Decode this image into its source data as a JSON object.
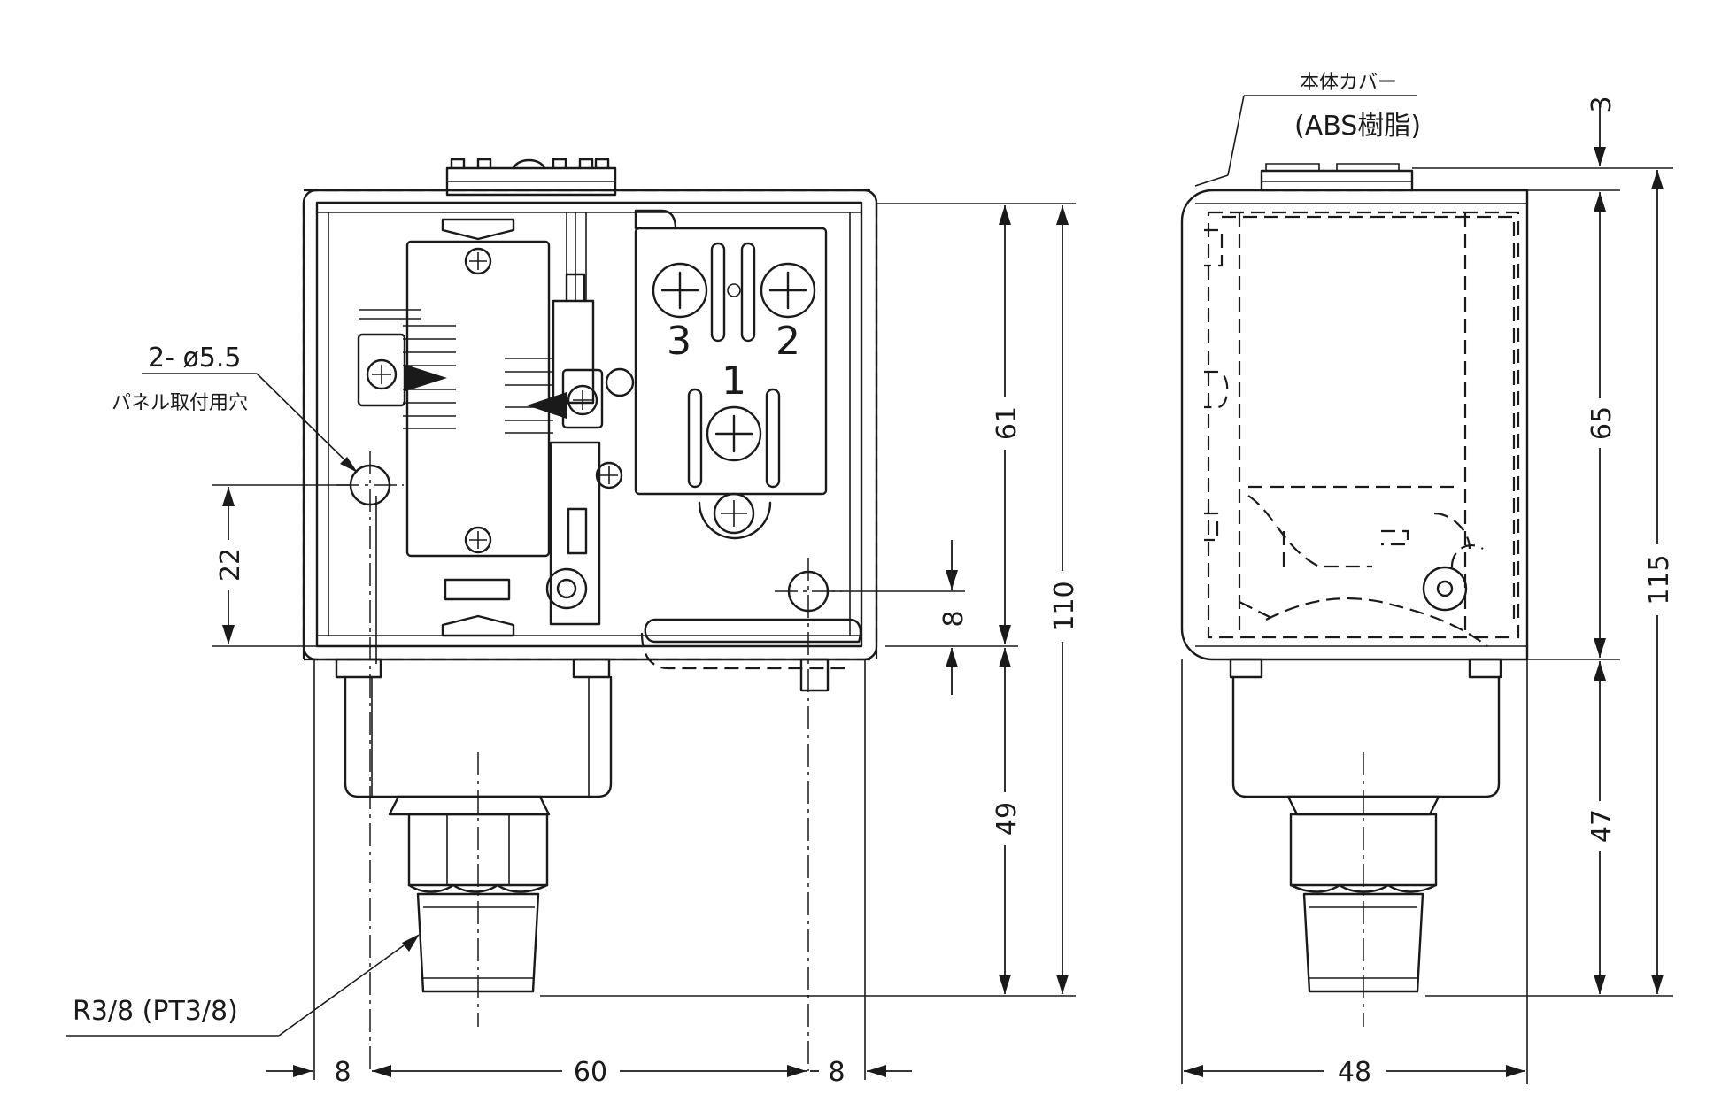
{
  "front_view": {
    "hole_callout": "2- ø5.5",
    "hole_note": "パネル取付用穴",
    "thread_callout": "R3/8 (PT3/8)",
    "terminals": [
      "3",
      "2",
      "1"
    ],
    "dimensions": {
      "height_body": "61",
      "height_port": "49",
      "height_total": "110",
      "hole_height": "22",
      "hole_offset": "8",
      "left_margin": "8",
      "hole_pitch": "60",
      "right_margin": "8"
    }
  },
  "side_view": {
    "cover_label": "本体カバー",
    "cover_material": "(ABS樹脂)",
    "dimensions": {
      "top_gap": "3",
      "height_body": "65",
      "height_port": "47",
      "height_total": "115",
      "width": "48"
    }
  }
}
